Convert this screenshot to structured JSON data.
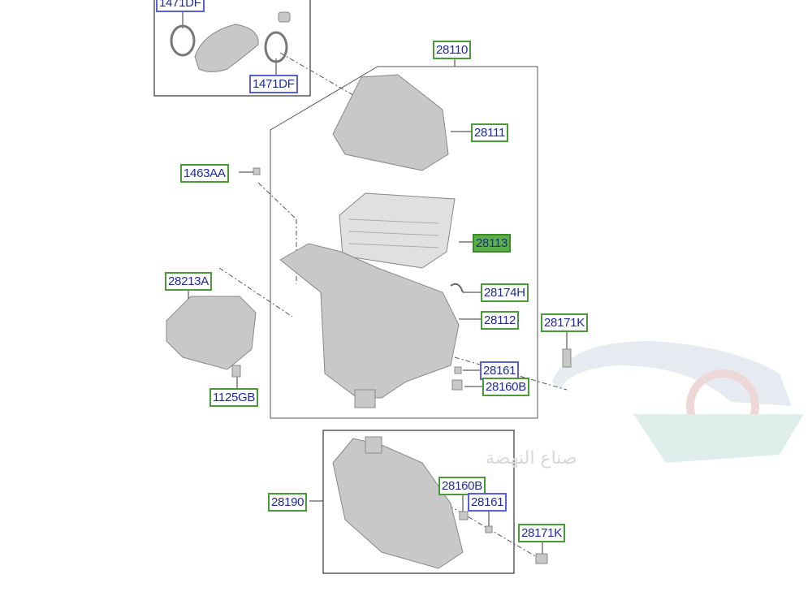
{
  "diagram": {
    "labels": {
      "top_cut": "1471DF",
      "clamp": "1471DF",
      "assembly": "28110",
      "cover": "28111",
      "clip": "1463AA",
      "filter": "28113",
      "resonator": "28213A",
      "hose_clip": "28174H",
      "body": "28112",
      "bolt_right": "28171K",
      "insulator_a": "28161",
      "insulator_b": "28160B",
      "bolt_left": "1125GB",
      "duct": "28190",
      "duct_insulator_b": "28160B",
      "duct_insulator_a": "28161",
      "duct_bolt": "28171K"
    },
    "watermark": "صناع النهضة",
    "colors": {
      "label_text": "#1f2aa0",
      "green_border": "#4a9a3a",
      "blue_border": "#5a5ee0",
      "highlight": "#5cb04a"
    }
  }
}
